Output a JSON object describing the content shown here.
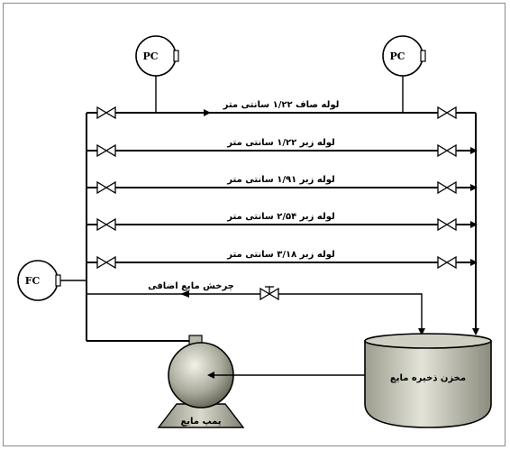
{
  "instruments": {
    "pc_left": "PC",
    "pc_right": "PC",
    "fc": "FC"
  },
  "pipes": [
    "لوله صاف ۱/۲۲ سانتی متر",
    "لوله زبر ۱/۲۲ سانتی متر",
    "لوله زبر ۱/۹۱ سانتی متر",
    "لوله زبر ۲/۵۴ سانتی متر",
    "لوله زبر ۳/۱۸ سانتی متر"
  ],
  "recycle_label": "چرخش مایع اضافی",
  "tank_label": "مخزن ذخیره مایع",
  "pump_label": "پمپ مایع",
  "colors": {
    "line": "#000000",
    "equipment_fill": "#c8c9bb",
    "equipment_dark": "#7d7f70"
  }
}
